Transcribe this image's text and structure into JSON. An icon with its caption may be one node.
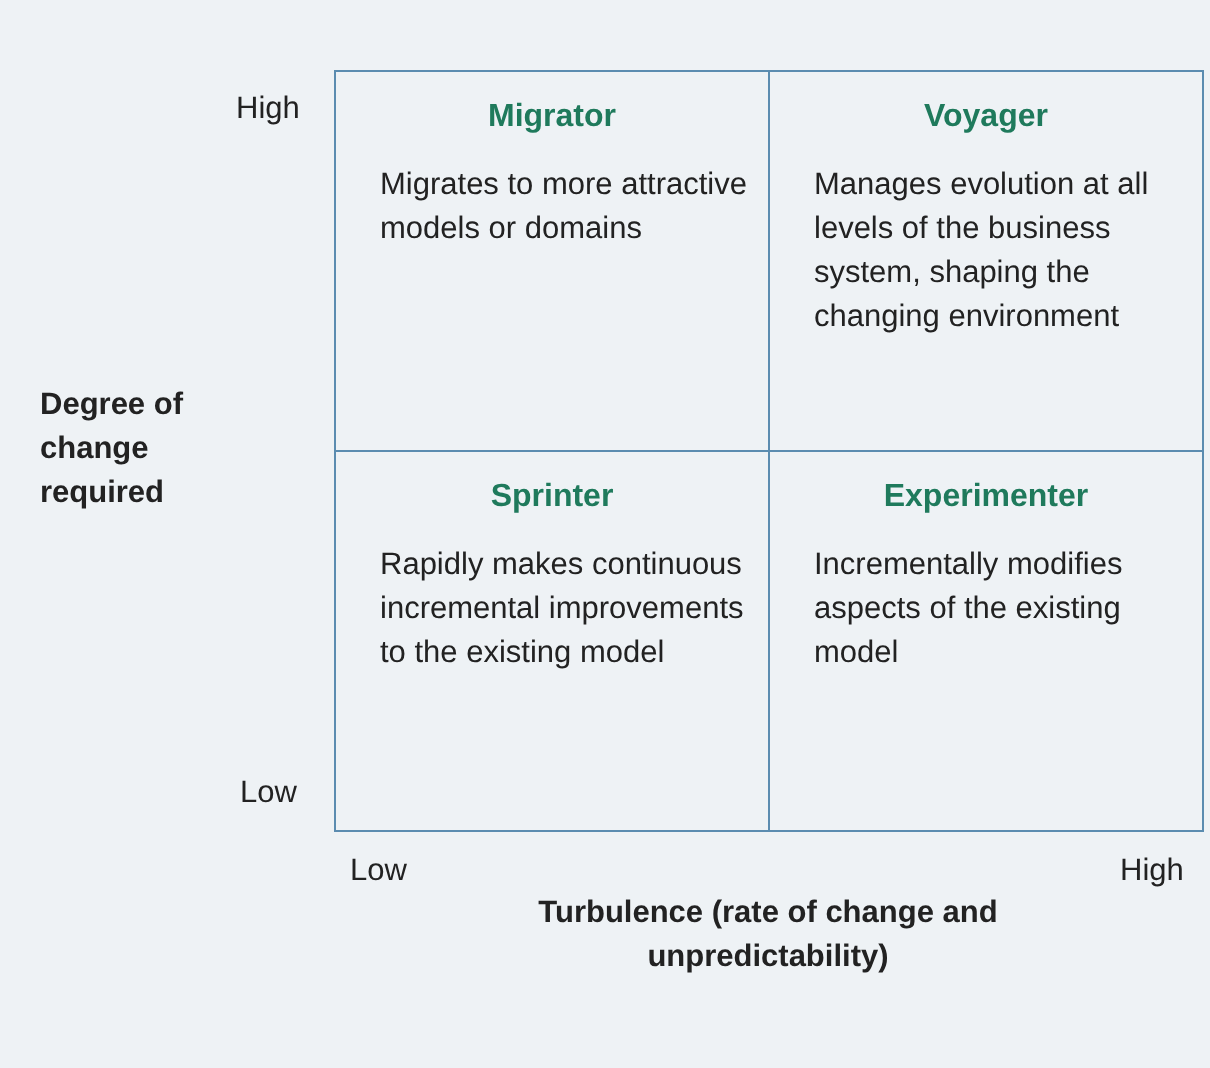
{
  "diagram": {
    "nodes": [
      {
        "text": [
          "Migrator",
          "Migrates to more attractive models or domains"
        ]
      },
      {
        "text": [
          "Voyager",
          "Manages evolution at all levels of the business system, shaping the changing environment"
        ]
      },
      {
        "text": [
          "Sprinter",
          "Rapidly makes continuous incremental improvements to the existing model"
        ]
      },
      {
        "text": [
          "Experimenter",
          "Incrementally modifies aspects of the existing model"
        ]
      }
    ],
    "labels": [
      "High",
      "Degree of change required",
      "Low",
      "Low",
      "High",
      "Turbulence (rate of change and unpredictability)"
    ]
  }
}
